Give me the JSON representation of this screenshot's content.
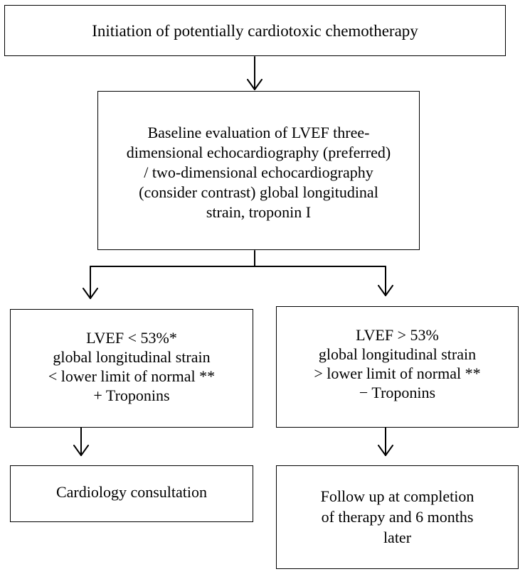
{
  "nodes": {
    "start": {
      "text": "Initiation of potentially cardiotoxic chemotherapy"
    },
    "baseline": {
      "text": "Baseline evaluation of LVEF three-\ndimensional echocardiography (preferred)\n/ two-dimensional echocardiography\n(consider contrast) global longitudinal\nstrain, troponin I"
    },
    "abnormal": {
      "text": "LVEF < 53%*\nglobal longitudinal strain\n< lower limit of normal **\n+ Troponins"
    },
    "normal": {
      "text": "LVEF > 53%\nglobal longitudinal strain\n> lower limit of normal **\n− Troponins"
    },
    "cardiology": {
      "text": "Cardiology consultation"
    },
    "followup": {
      "text": "Follow up at completion\nof therapy and 6 months\nlater"
    }
  },
  "edges": [
    {
      "from": "start",
      "to": "baseline"
    },
    {
      "from": "baseline",
      "to": "abnormal"
    },
    {
      "from": "baseline",
      "to": "normal"
    },
    {
      "from": "abnormal",
      "to": "cardiology"
    },
    {
      "from": "normal",
      "to": "followup"
    }
  ]
}
